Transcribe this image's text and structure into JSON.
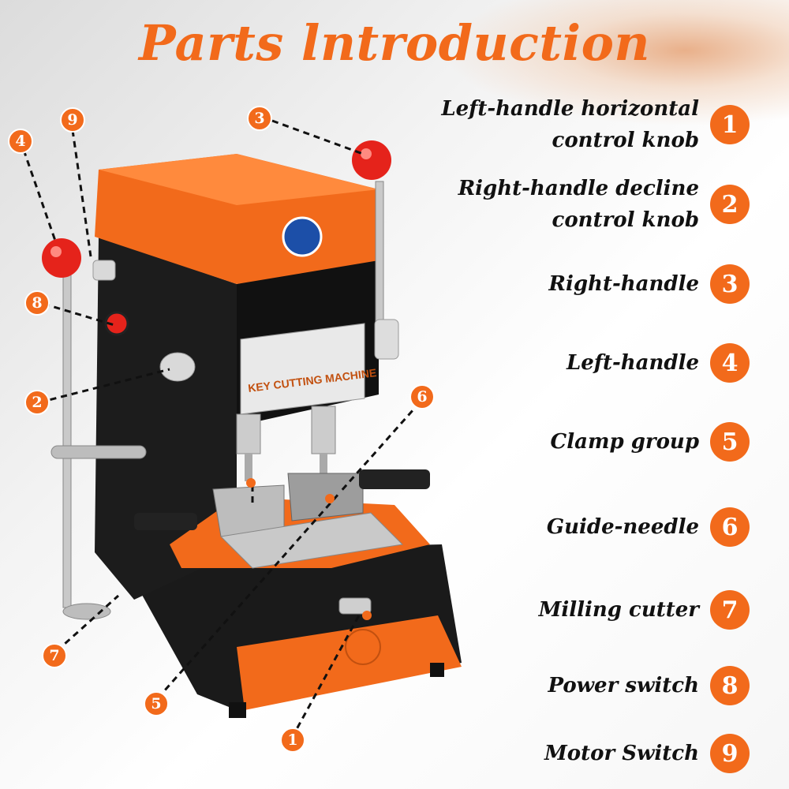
{
  "title": "Parts lntroduction",
  "machine_label": "KEY CUTTING MACHINE",
  "colors": {
    "accent": "#f26a1b",
    "body": "#1b1b1b",
    "text": "#111111"
  },
  "parts": [
    {
      "number": "1",
      "name": "Left-handle horizontal control knob",
      "line1": "Left-handle horizontal",
      "line2": "control knob"
    },
    {
      "number": "2",
      "name": "Right-handle decline control knob",
      "line1": "Right-handle decline",
      "line2": "control knob"
    },
    {
      "number": "3",
      "name": "Right-handle",
      "line1": "Right-handle",
      "line2": ""
    },
    {
      "number": "4",
      "name": "Left-handle",
      "line1": "Left-handle",
      "line2": ""
    },
    {
      "number": "5",
      "name": "Clamp group",
      "line1": "Clamp group",
      "line2": ""
    },
    {
      "number": "6",
      "name": "Guide-needle",
      "line1": "Guide-needle",
      "line2": ""
    },
    {
      "number": "7",
      "name": "Milling cutter",
      "line1": "Milling cutter",
      "line2": ""
    },
    {
      "number": "8",
      "name": "Power switch",
      "line1": "Power switch",
      "line2": ""
    },
    {
      "number": "9",
      "name": "Motor Switch",
      "line1": "Motor Switch",
      "line2": ""
    }
  ]
}
